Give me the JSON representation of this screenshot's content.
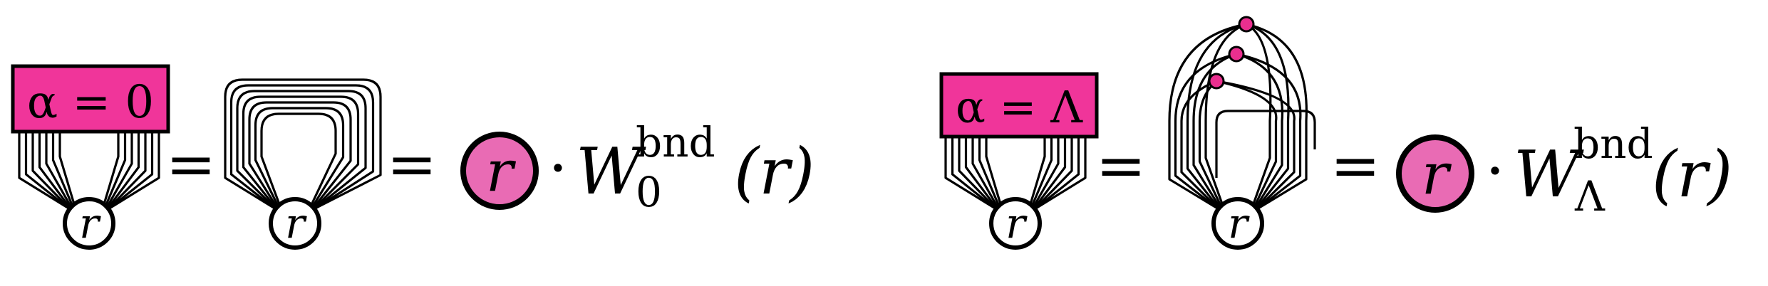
{
  "colors": {
    "label_box_fill": "#f0359a",
    "tensor_fill": "#e96bb4",
    "node_dot_fill": "#ea2f8f",
    "ink": "#000000"
  },
  "left": {
    "box_label": "α = 0",
    "equals_1": "=",
    "equals_2": "=",
    "node_label": "r",
    "tensor_label": "r",
    "dot": "·",
    "W": "W",
    "sup": "bnd",
    "sub": "0",
    "arg": "(r)"
  },
  "right": {
    "box_label": "α = Λ",
    "equals_1": "=",
    "equals_2": "=",
    "node_label": "r",
    "tensor_label": "r",
    "dot": "·",
    "W": "W",
    "sup": "bnd",
    "sub": "Λ",
    "arg": "(r)"
  }
}
